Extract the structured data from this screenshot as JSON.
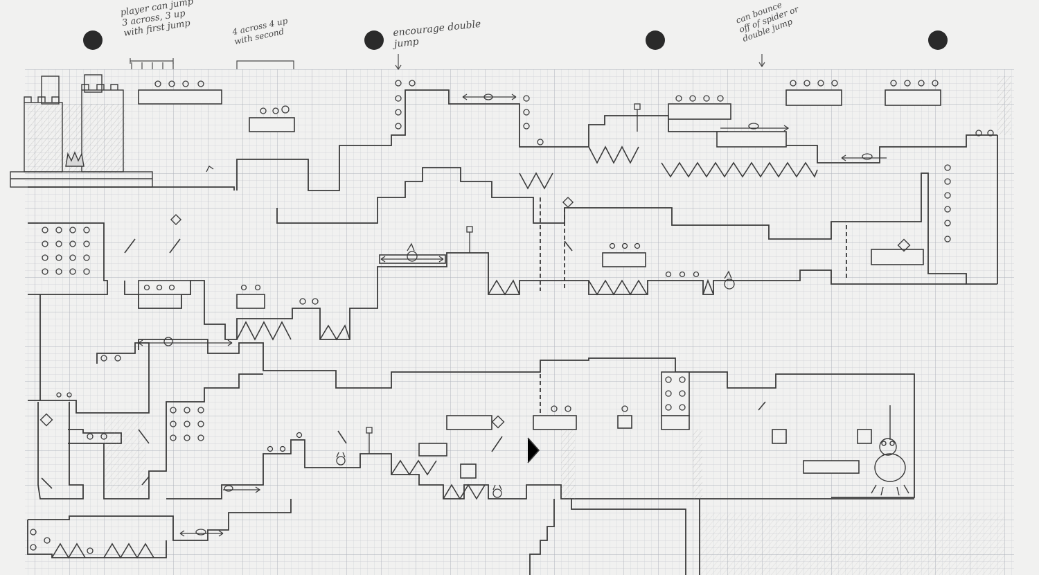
{
  "annotations": {
    "jump_note": "player can jump\n3 across, 3 up\nwith first jump",
    "second_jump_note": "4 across 4 up\nwith second",
    "encourage_note": "encourage double\njump",
    "bounce_note": "can bounce\noff of spider or\ndouble jump"
  },
  "colors": {
    "paper": "#f1f1f0",
    "grid": "#c9ccd2",
    "grid_major": "#aab0ba",
    "pencil": "#3a3a3a",
    "shade": "#cfcfcf"
  },
  "icons": [
    "spike-row-icon",
    "coin-icon",
    "spider-icon",
    "checkpoint-flag-icon",
    "diamond-gem-icon",
    "frog-boss-icon",
    "castle-icon"
  ]
}
